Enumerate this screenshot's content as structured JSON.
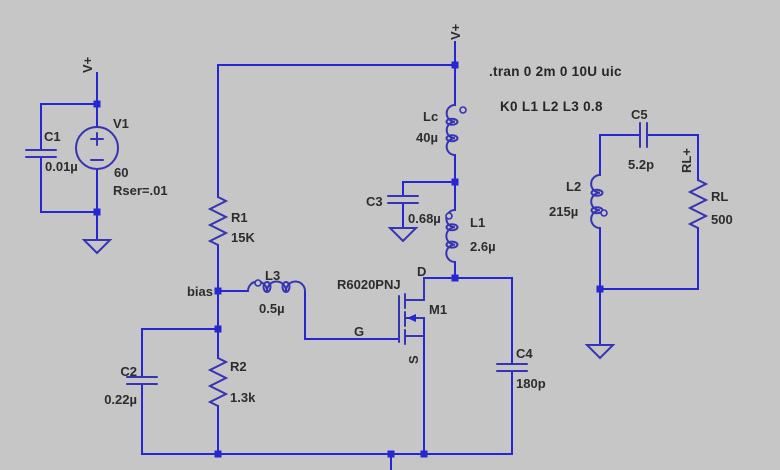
{
  "colors": {
    "background": "#c6c6c6",
    "wire": "#2626d2",
    "symbol": "#3434b4",
    "label": "#2d2d2d"
  },
  "directives": {
    "transient": ".tran 0 2m 0 10U uic",
    "coupling": "K0  L1 L2 L3 0.8"
  },
  "node_labels": {
    "vplus_left": "V+",
    "vplus_top": "V+",
    "bias": "bias",
    "rl_plus": "RL+"
  },
  "components": {
    "v1": {
      "ref": "V1",
      "value": "60",
      "param": "Rser=.01"
    },
    "c1": {
      "ref": "C1",
      "value": "0.01µ"
    },
    "c2": {
      "ref": "C2",
      "value": "0.22µ"
    },
    "c3": {
      "ref": "C3",
      "value": "0.68µ"
    },
    "c4": {
      "ref": "C4",
      "value": "180p"
    },
    "c5": {
      "ref": "C5",
      "value": "5.2p"
    },
    "r1": {
      "ref": "R1",
      "value": "15K"
    },
    "r2": {
      "ref": "R2",
      "value": "1.3k"
    },
    "rl": {
      "ref": "RL",
      "value": "500"
    },
    "l1": {
      "ref": "L1",
      "value": "2.6µ"
    },
    "l2": {
      "ref": "L2",
      "value": "215µ"
    },
    "l3": {
      "ref": "L3",
      "value": "0.5µ"
    },
    "lc": {
      "ref": "Lc",
      "value": "40µ"
    },
    "m1": {
      "ref": "M1",
      "model": "R6020PNJ",
      "pin_d": "D",
      "pin_g": "G",
      "pin_s": "S"
    }
  }
}
